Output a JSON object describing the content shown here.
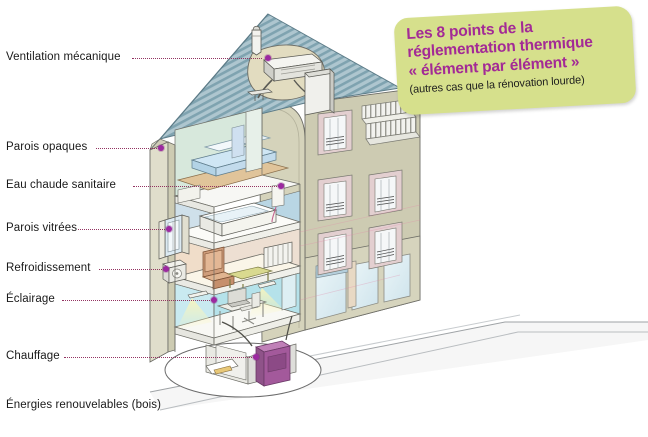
{
  "figure": {
    "title_hidden": "",
    "background_color": "#ffffff",
    "leader_color": "#8e2a5a",
    "marker_color": "#9c29a0"
  },
  "callout": {
    "background_color": "#d6e08c",
    "text_color": "#a32a96",
    "line1": "Les 8 points de la",
    "line2": "réglementation thermique",
    "line3": "« élément par élément »",
    "subtitle": "(autres cas que la rénovation lourde)"
  },
  "labels": [
    {
      "id": "ventilation-mecanique",
      "text": "Ventilation mécanique"
    },
    {
      "id": "parois-opaques",
      "text": "Parois opaques"
    },
    {
      "id": "eau-chaude-sanitaire",
      "text": "Eau chaude sanitaire"
    },
    {
      "id": "parois-vitrees",
      "text": "Parois vitrées"
    },
    {
      "id": "refroidissement",
      "text": "Refroidissement"
    },
    {
      "id": "eclairage",
      "text": "Éclairage"
    },
    {
      "id": "chauffage",
      "text": "Chauffage"
    },
    {
      "id": "energies-renouvelables",
      "text": "Énergies renouvelables (bois)"
    }
  ],
  "illustration": {
    "name": "cutaway-building-thermal-regulation",
    "colors": {
      "roof": "#a8c2cc",
      "roof_stripe": "#7fa3b0",
      "facade": "#cdcbb2",
      "facade_shadow": "#b9b79c",
      "wall_interior_green": "#cfe4d6",
      "wall_interior_blue": "#bcd7e4",
      "floor_slab": "#ffffff",
      "floor_wood": "#e0c49a",
      "glass": "#d9ebf2",
      "boiler": "#a3599b",
      "shutter": "#e3cfd0",
      "ground": "#f2f2f2"
    },
    "rooms": [
      {
        "name": "attic-ventilation",
        "item": "vmc-unit"
      },
      {
        "name": "bedroom",
        "item": "bed"
      },
      {
        "name": "bathroom",
        "item": "bathtub"
      },
      {
        "name": "living-room",
        "item": "sofa-table-radiator"
      },
      {
        "name": "office",
        "item": "desk-chair-lighting"
      },
      {
        "name": "basement",
        "item": "wood-boiler"
      },
      {
        "name": "shopfront",
        "item": "glass-storefront"
      }
    ]
  }
}
